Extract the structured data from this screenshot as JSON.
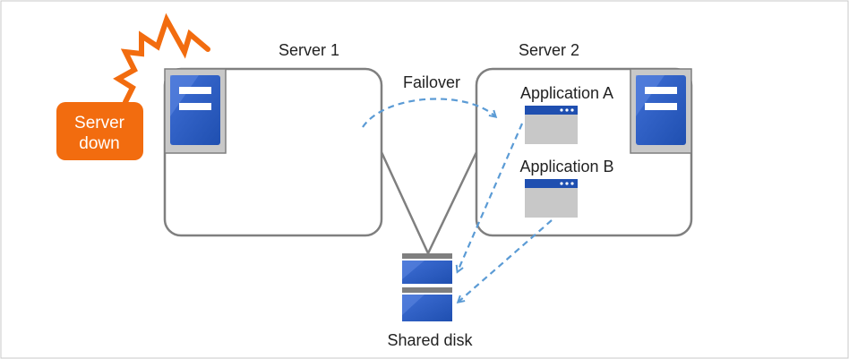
{
  "labels": {
    "server1": "Server 1",
    "server2": "Server 2",
    "failover": "Failover",
    "app_a": "Application A",
    "app_b": "Application B",
    "shared_disk": "Shared disk",
    "server_down_line1": "Server",
    "server_down_line2": "down"
  },
  "colors": {
    "box_stroke": "#7f7f7f",
    "server_blue": "#1f4fb0",
    "server_blue_light": "#3f6fd6",
    "server_panel": "#c8c8c8",
    "alert_orange": "#f26c0f",
    "arrow_blue": "#5b9bd5",
    "window_titlebar": "#1f4fb0",
    "window_body": "#c8c8c8"
  },
  "icons": {
    "server1": "server-icon",
    "server2": "server-icon",
    "app_a": "application-window-icon",
    "app_b": "application-window-icon",
    "disk": "shared-disk-icon",
    "alert": "lightning-bolt-icon"
  }
}
